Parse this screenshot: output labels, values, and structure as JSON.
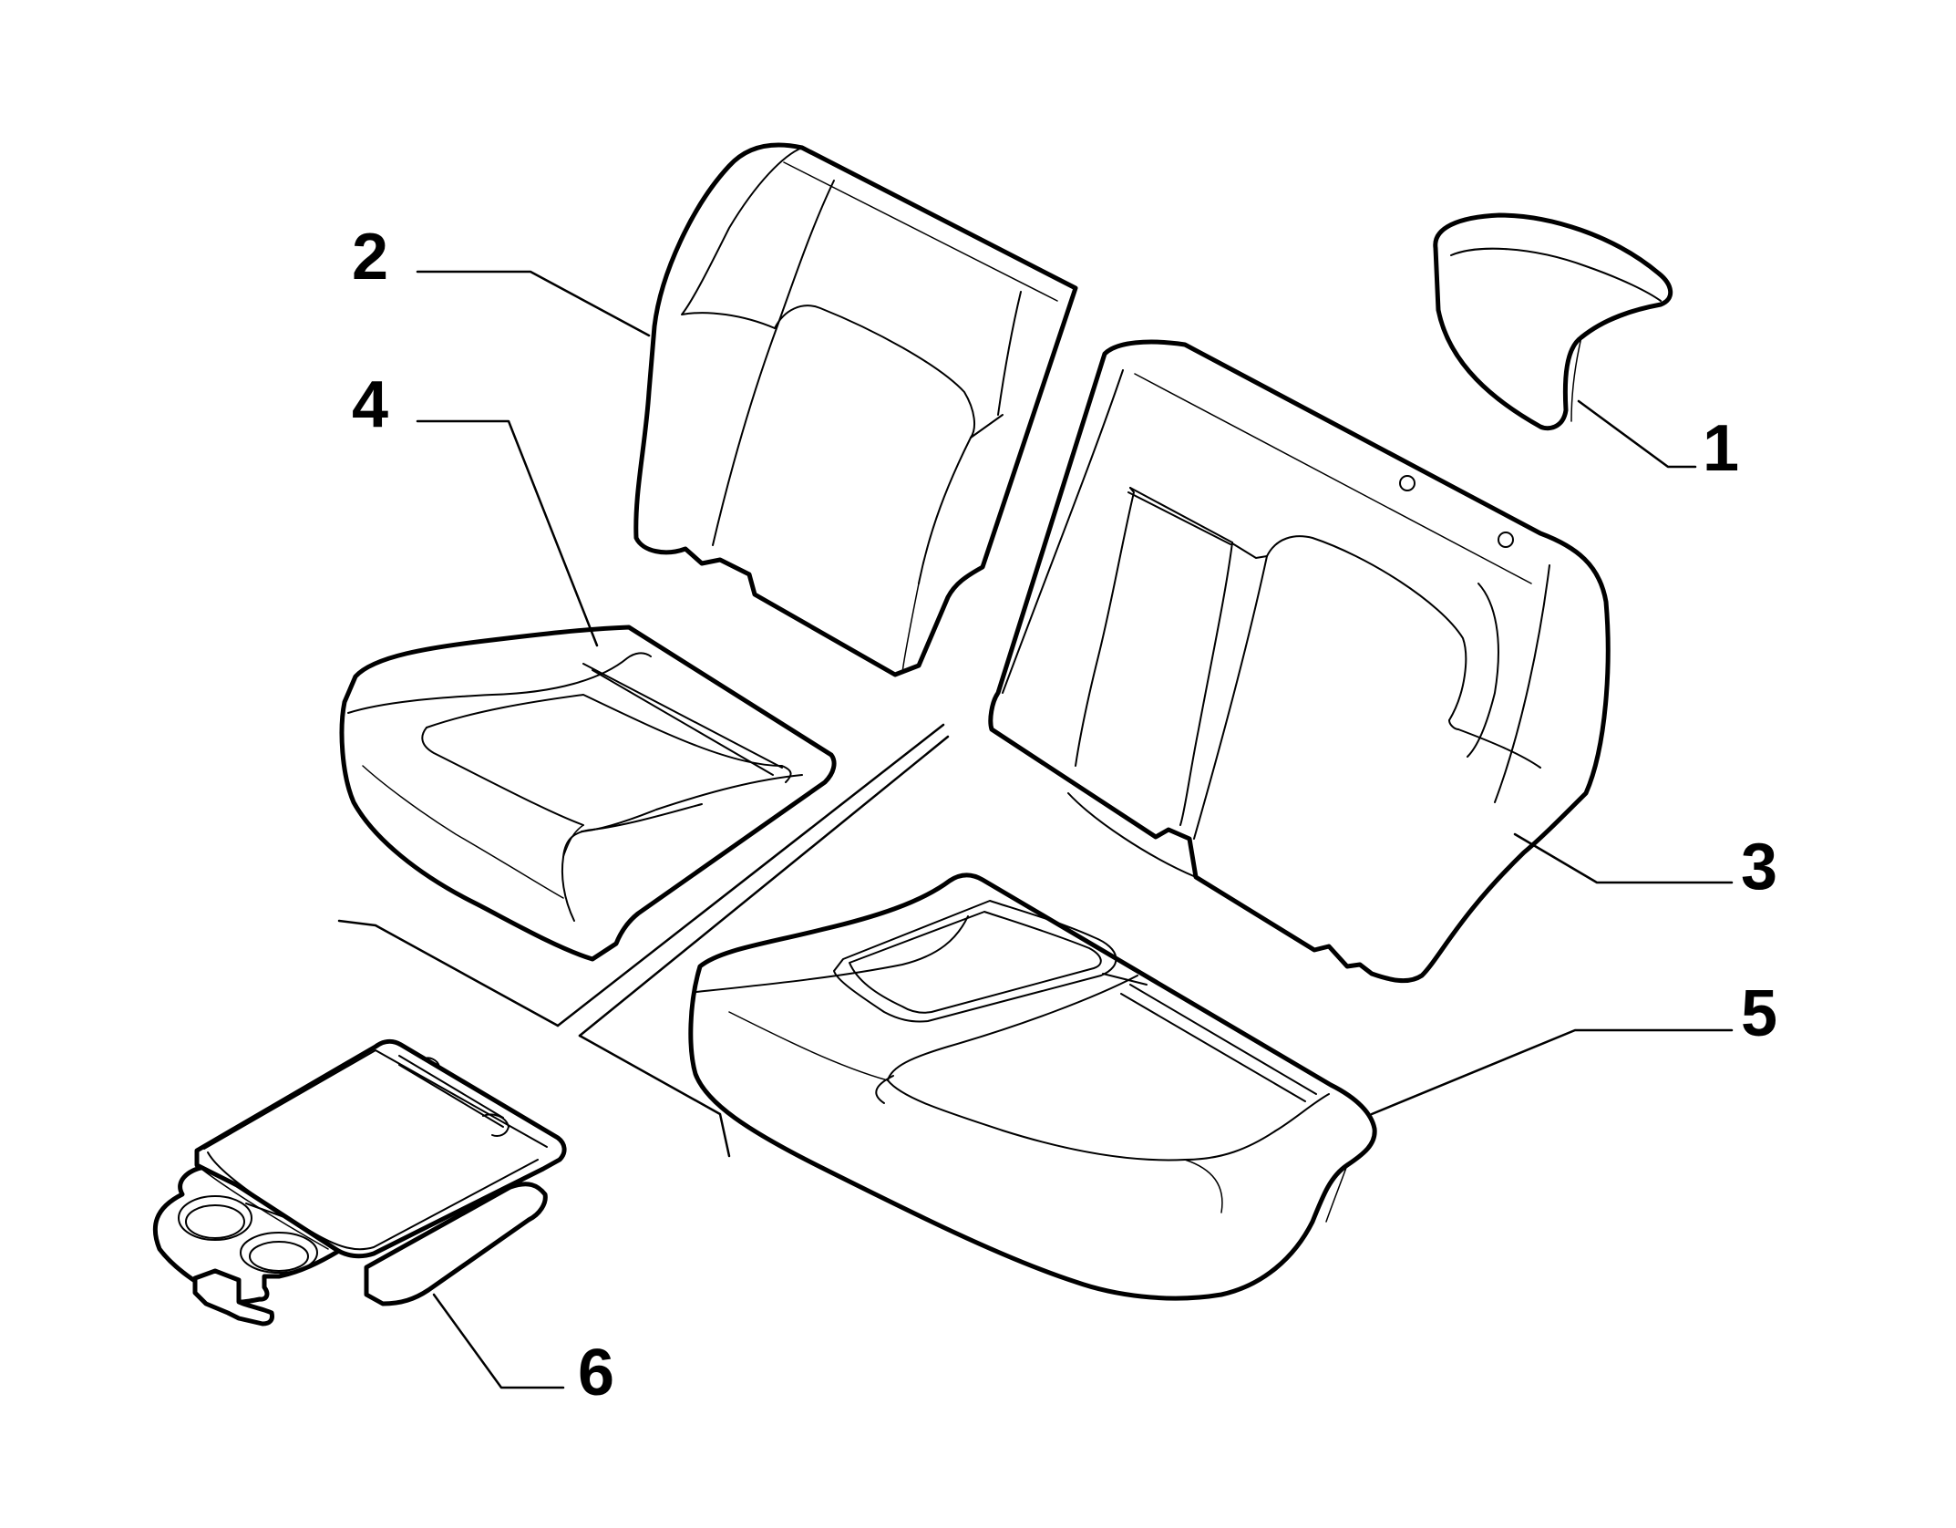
{
  "callouts": [
    {
      "id": "1",
      "text": "1",
      "part": "headrest"
    },
    {
      "id": "2",
      "text": "2",
      "part": "small-backrest"
    },
    {
      "id": "3",
      "text": "3",
      "part": "large-backrest"
    },
    {
      "id": "4",
      "text": "4",
      "part": "small-seat-cushion"
    },
    {
      "id": "5",
      "text": "5",
      "part": "large-seat-cushion"
    },
    {
      "id": "6",
      "text": "6",
      "part": "armrest-cupholder"
    }
  ],
  "colors": {
    "line": "#000000",
    "background": "#ffffff"
  }
}
